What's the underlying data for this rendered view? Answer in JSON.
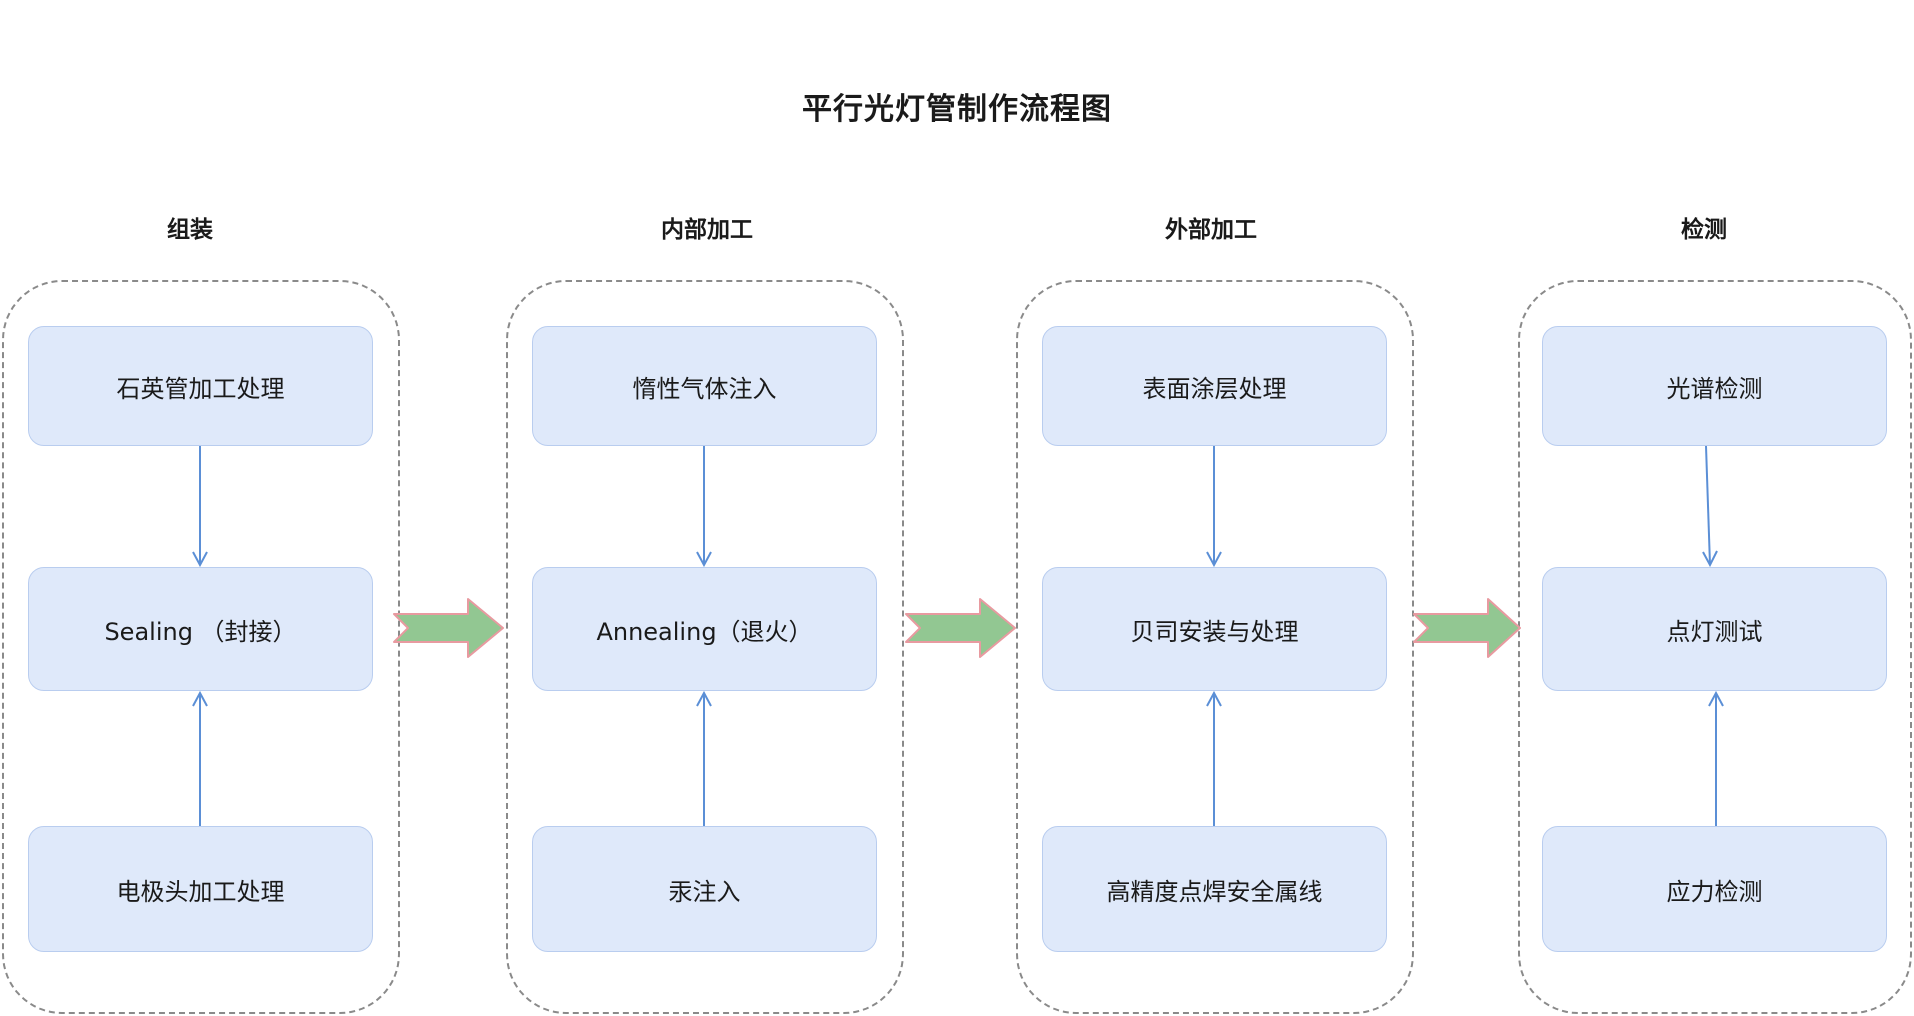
{
  "title": "平行光灯管制作流程图",
  "colors": {
    "node_fill": "#dfe9fa",
    "node_border": "#b9cdef",
    "edge": "#5b8fd6",
    "big_arrow_fill": "#92c792",
    "big_arrow_stroke": "#e89aa0",
    "group_border": "#8a8a8a"
  },
  "groups": [
    {
      "label": "组装",
      "top": "石英管加工处理",
      "middle": "Sealing （封接）",
      "bottom": "电极头加工处理"
    },
    {
      "label": "内部加工",
      "top": "惰性气体注入",
      "middle": "Annealing（退火）",
      "bottom": "汞注入"
    },
    {
      "label": "外部加工",
      "top": "表面涂层处理",
      "middle": "贝司安装与处理",
      "bottom": "高精度点焊安全属线"
    },
    {
      "label": "检测",
      "top": "光谱检测",
      "middle": "点灯测试",
      "bottom": "应力检测"
    }
  ]
}
